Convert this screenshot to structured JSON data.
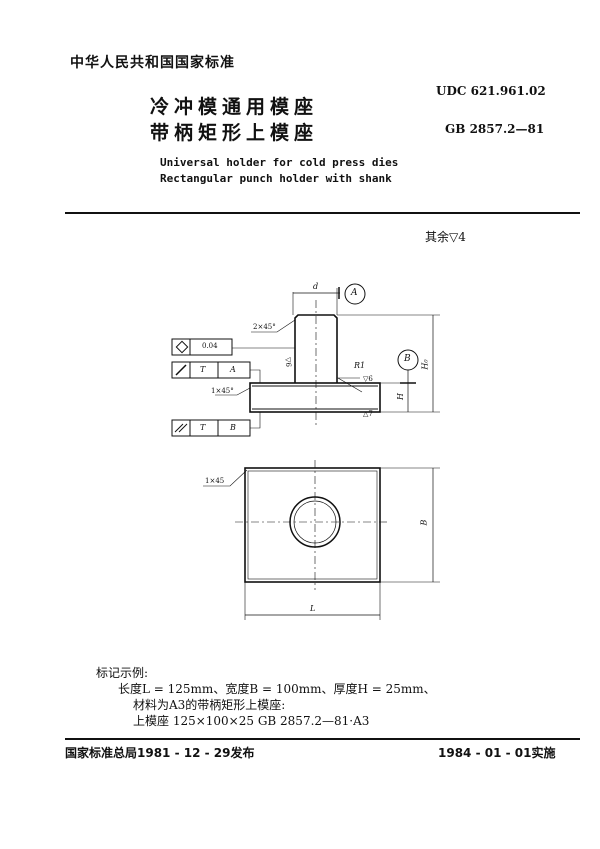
{
  "header": {
    "org": "中华人民共和国国家标准",
    "udc": "UDC 621.961.02",
    "gb": "GB 2857.2—81"
  },
  "title": {
    "zh_line1": "冷冲模通用模座",
    "zh_line2": "带柄矩形上模座",
    "en_line1": "Universal holder for cold press dies",
    "en_line2": "Rectangular punch holder with shank"
  },
  "surface_note": "其余▽4",
  "drawing": {
    "d": "d",
    "datum_a": "A",
    "chamfer_top": "2×45°",
    "flatness_tol": "0.04",
    "runout_t": "T",
    "runout_ref": "A",
    "parallel_t": "T",
    "parallel_ref": "B",
    "chamfer_base": "1×45°",
    "rough_shank": "▽6",
    "radius": "R1",
    "rough_top": "▽6",
    "datum_b": "B",
    "h": "H",
    "h0": "H₀",
    "rough_bottom": "△7",
    "plan_chamfer": "1×45",
    "plan_b": "B",
    "plan_l": "L"
  },
  "example": {
    "heading": "标记示例:",
    "line1": "长度L = 125mm、宽度B = 100mm、厚度H = 25mm、",
    "line2": "材料为A3的带柄矩形上模座:",
    "line3": "上模座  125×100×25  GB  2857.2—81·A3"
  },
  "footer": {
    "issued": "国家标准总局1981 - 12 - 29发布",
    "effective": "1984 - 01 - 01实施"
  }
}
